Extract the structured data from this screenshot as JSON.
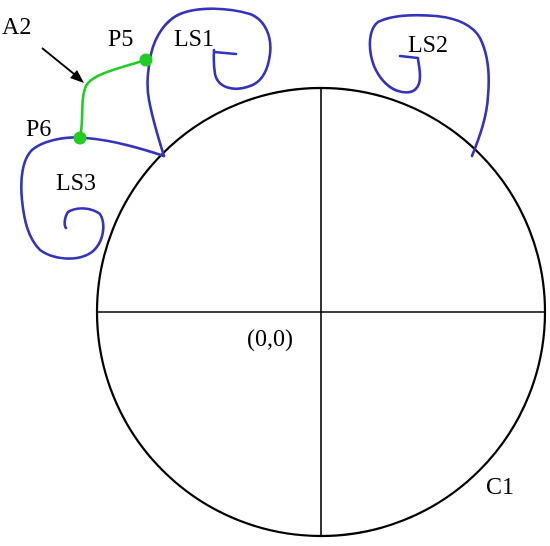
{
  "labels": {
    "circle": "C1",
    "origin": "(0,0)",
    "curve_ls1": "LS1",
    "curve_ls2": "LS2",
    "curve_ls3": "LS3",
    "point_p5": "P5",
    "point_p6": "P6",
    "arc_a2": "A2"
  },
  "colors": {
    "outline": "#000000",
    "scroll_curve": "#3333bb",
    "arc": "#22cc22",
    "point": "#22cc22",
    "background": "#ffffff"
  }
}
